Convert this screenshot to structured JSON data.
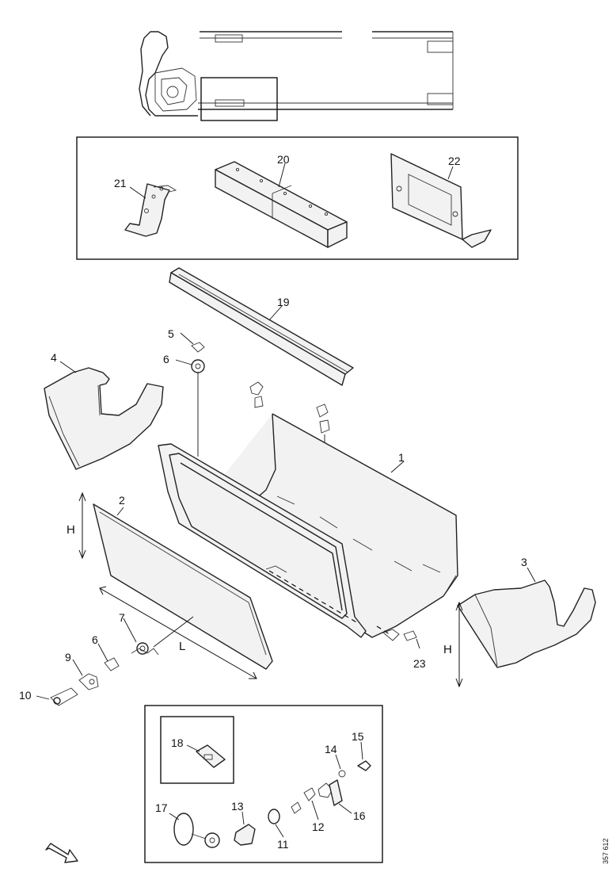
{
  "diagram": {
    "callouts": {
      "c1": "1",
      "c2": "2",
      "c3": "3",
      "c4": "4",
      "c5": "5",
      "c6a": "6",
      "c6b": "6",
      "c7": "7",
      "c9": "9",
      "c10": "10",
      "c11": "11",
      "c12": "12",
      "c13": "13",
      "c14": "14",
      "c15": "15",
      "c16": "16",
      "c17": "17",
      "c18": "18",
      "c19": "19",
      "c20": "20",
      "c21": "21",
      "c22": "22",
      "c23": "23"
    },
    "dimensions": {
      "height_left": "H",
      "height_right": "H",
      "length": "L"
    },
    "document_number": "357 612"
  }
}
